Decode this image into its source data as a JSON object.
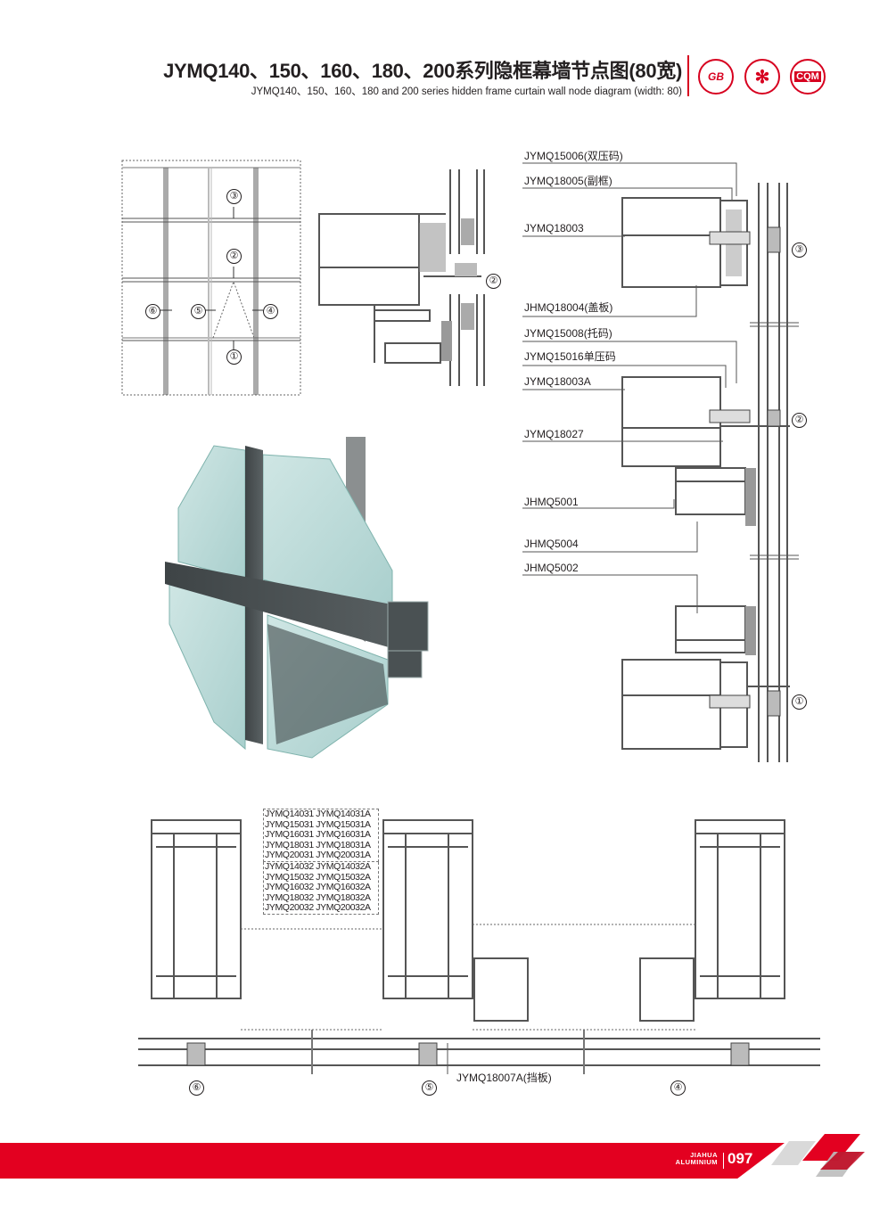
{
  "header": {
    "title_cn": "JYMQ140、150、160、180、200系列隐框幕墙节点图(80宽)",
    "title_en": "JYMQ140、150、160、180 and 200 series hidden frame curtain wall node diagram (width: 80)",
    "logos": [
      {
        "name": "gb-certification-logo",
        "text": "GB"
      },
      {
        "name": "snowflake-certification-logo",
        "text": "✻"
      },
      {
        "name": "cqm-certification-logo",
        "text": "CQM"
      }
    ],
    "accent_color": "#d7001f"
  },
  "elevation": {
    "markers": [
      "③",
      "②",
      "⑥",
      "⑤",
      "④",
      "①"
    ]
  },
  "node2_small": {
    "marker": "②"
  },
  "vertical_section": {
    "labels": [
      "JYMQ15006(双压码)",
      "JYMQ18005(副框)",
      "JYMQ18003",
      "JHMQ18004(盖板)",
      "JYMQ15008(托码)",
      "JYMQ15016单压码",
      "JYMQ18003A",
      "JYMQ18027",
      "JHMQ5001",
      "JHMQ5004",
      "JHMQ5002"
    ],
    "markers": [
      "③",
      "②",
      "①"
    ]
  },
  "horizontal_section": {
    "parts_group1": [
      "JYMQ14031 JYMQ14031A",
      "JYMQ15031 JYMQ15031A",
      "JYMQ16031 JYMQ16031A",
      "JYMQ18031 JYMQ18031A",
      "JYMQ20031 JYMQ20031A"
    ],
    "parts_group2": [
      "JYMQ14032 JYMQ14032A",
      "JYMQ15032 JYMQ15032A",
      "JYMQ16032 JYMQ16032A",
      "JYMQ18032 JYMQ18032A",
      "JYMQ20032 JYMQ20032A"
    ],
    "baffle_label": "JYMQ18007A(挡板)",
    "markers": [
      "⑥",
      "⑤",
      "④"
    ]
  },
  "footer": {
    "brand_line1": "JIAHUA",
    "brand_line2": "ALUMINIUM",
    "page_number": "097",
    "bar_color": "#e30020"
  }
}
